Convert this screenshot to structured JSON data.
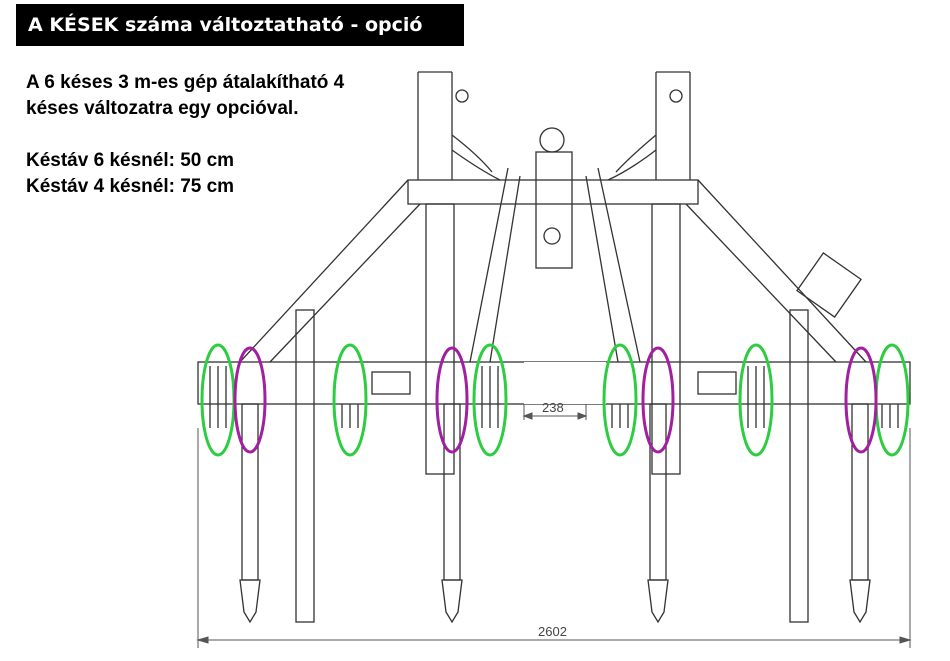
{
  "title": "A KÉSEK száma változtatható  - opció",
  "description": {
    "line1": "A 6 késes 3 m-es gép átalakítható 4",
    "line2": "késes változatra egy opcióval.",
    "spacing6": "Késtáv 6 késnél: 50 cm",
    "spacing4": "Késtáv 4 késnél: 75 cm"
  },
  "dimensions": {
    "gap": "238",
    "total_width": "2602"
  },
  "colors": {
    "six_knife_marker": "#2ecc40",
    "four_knife_marker": "#a020a0",
    "line": "#333333"
  }
}
